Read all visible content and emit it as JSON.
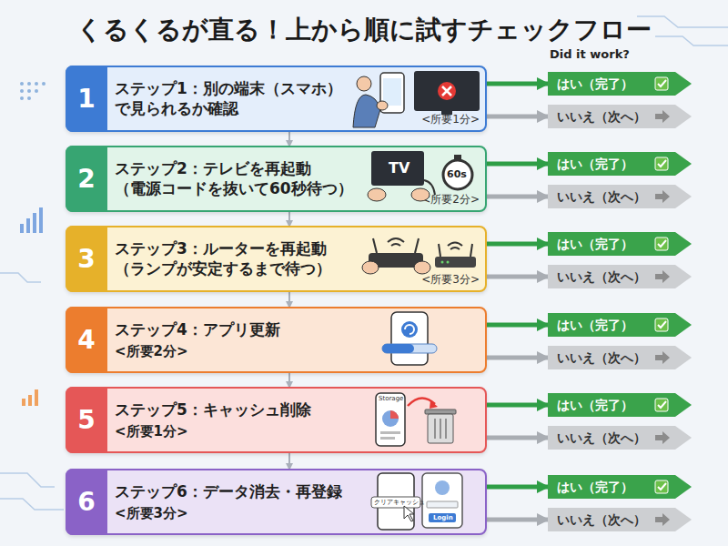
{
  "diagram": {
    "title": "くるくるが直る！上から順に試すチェックフロー",
    "nodes": [
      {
        "text": [
          "1",
          "ステップ1：別の端末（スマホ）で見られるか確認",
          "<所要1分>"
        ]
      },
      {
        "text": [
          "はい（完了）"
        ]
      },
      {
        "text": [
          "いいえ（次へ）"
        ]
      },
      {
        "text": [
          "2",
          "ステップ2：テレビを再起動 （電源コードを抜いて60秒待つ）",
          "<所要2分>"
        ]
      },
      {
        "text": [
          "はい（完了）"
        ]
      },
      {
        "text": [
          "いいえ（次へ）"
        ]
      },
      {
        "text": [
          "3",
          "ステップ3：ルーターを再起動 （ランプが安定するまで待つ）",
          "<所要3分>"
        ]
      },
      {
        "text": [
          "はい（完了）"
        ]
      },
      {
        "text": [
          "いいえ（次へ）"
        ]
      },
      {
        "text": [
          "4",
          "ステップ4：アプリ更新",
          "<所要2分>"
        ]
      },
      {
        "text": [
          "はい（完了）"
        ]
      },
      {
        "text": [
          "いいえ（次へ）"
        ]
      },
      {
        "text": [
          "5",
          "ステップ5：キャッシュ削除",
          "<所要1分>"
        ]
      },
      {
        "text": [
          "はい（完了）"
        ]
      },
      {
        "text": [
          "いいえ（次へ）"
        ]
      },
      {
        "text": [
          "6",
          "ステップ6：データ消去・再登録",
          "<所要3分>"
        ]
      },
      {
        "text": [
          "はい（完了）"
        ]
      },
      {
        "text": [
          "いいえ（次へ）"
        ]
      }
    ],
    "edges": [
      {
        "from": 0,
        "to": 1,
        "arrow": "to"
      },
      {
        "from": 0,
        "to": 2,
        "arrow": "to"
      },
      {
        "from": 0,
        "to": 3,
        "arrow": "to"
      },
      {
        "from": 3,
        "to": 4,
        "arrow": "to"
      },
      {
        "from": 3,
        "to": 5,
        "arrow": "to"
      },
      {
        "from": 3,
        "to": 6,
        "arrow": "to"
      },
      {
        "from": 6,
        "to": 7,
        "arrow": "to"
      },
      {
        "from": 6,
        "to": 8,
        "arrow": "to"
      },
      {
        "from": 6,
        "to": 9,
        "arrow": "to"
      },
      {
        "from": 9,
        "to": 10,
        "arrow": "to"
      },
      {
        "from": 9,
        "to": 11,
        "arrow": "to"
      },
      {
        "from": 9,
        "to": 12,
        "arrow": "to"
      },
      {
        "from": 12,
        "to": 13,
        "arrow": "to"
      },
      {
        "from": 12,
        "to": 14,
        "arrow": "to"
      },
      {
        "from": 12,
        "to": 15,
        "arrow": "to"
      },
      {
        "from": 15,
        "to": 16,
        "arrow": "to"
      },
      {
        "from": 15,
        "to": 17,
        "arrow": "to"
      }
    ],
    "labels": [
      "Did it work?",
      "TV",
      "60s",
      "Storage",
      "クリアキャッシュ",
      "Login"
    ]
  }
}
